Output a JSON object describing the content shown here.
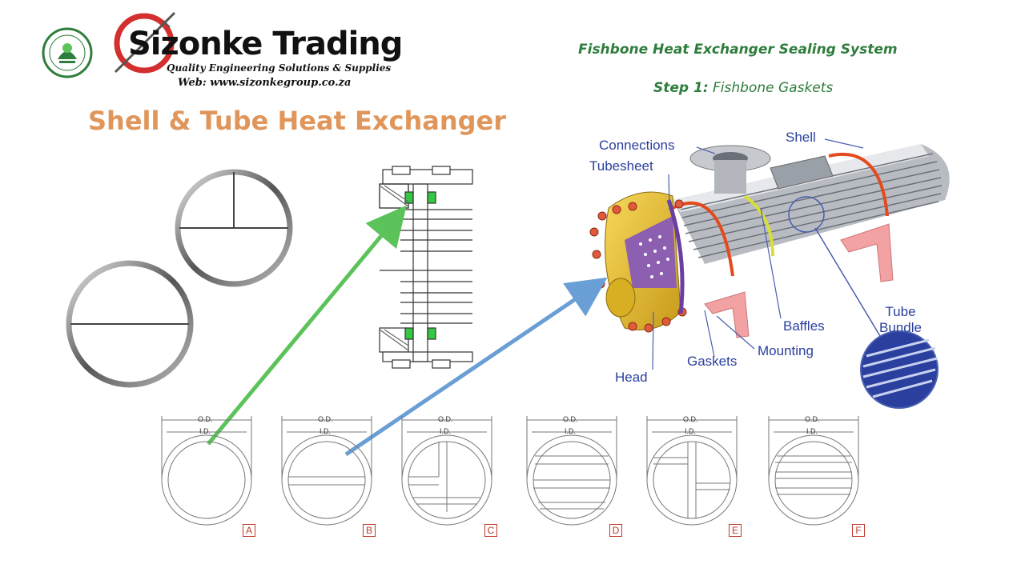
{
  "header": {
    "brand_name": "Sizonke Trading",
    "tagline": "Quality Engineering Solutions & Supplies",
    "website": "Web: www.sizonkegroup.co.za"
  },
  "system_title": "Fishbone Heat Exchanger Sealing System",
  "step": {
    "label": "Step 1:",
    "text": "Fishbone Gaskets"
  },
  "main_title": "Shell & Tube Heat Exchanger",
  "exchanger_parts": {
    "connections": "Connections",
    "tubesheet": "Tubesheet",
    "shell": "Shell",
    "baffles": "Baffles",
    "tube_bundle": "Tube\nBundle",
    "mounting": "Mounting",
    "gaskets": "Gaskets",
    "head": "Head"
  },
  "gasket_types": [
    {
      "letter": "A",
      "od": "O.D.",
      "id": "I.D."
    },
    {
      "letter": "B",
      "od": "O.D.",
      "id": "I.D."
    },
    {
      "letter": "C",
      "od": "O.D.",
      "id": "I.D."
    },
    {
      "letter": "D",
      "od": "O.D.",
      "id": "I.D."
    },
    {
      "letter": "E",
      "od": "O.D.",
      "id": "I.D."
    },
    {
      "letter": "F",
      "od": "O.D.",
      "id": "I.D."
    }
  ],
  "colors": {
    "system_title": "#2e7d3c",
    "main_title": "#e0965a",
    "label_blue": "#2b3f9e",
    "green_arrow": "#5cc35a",
    "blue_arrow": "#6a9fd6",
    "brand_red": "#d32f2f"
  }
}
